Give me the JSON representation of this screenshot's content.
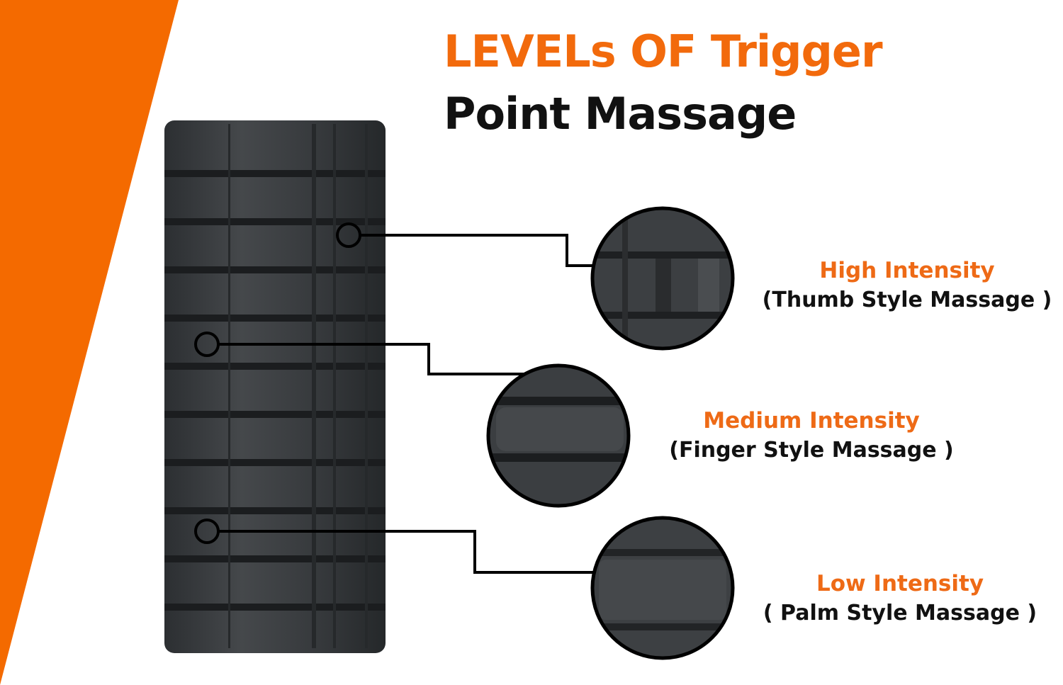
{
  "title": {
    "line1": "LEVELs OF Trigger",
    "line2": "Point Massage"
  },
  "levels": [
    {
      "heading": "High Intensity",
      "subtitle": "(Thumb Style Massage )"
    },
    {
      "heading": "Medium Intensity",
      "subtitle": "(Finger Style Massage )"
    },
    {
      "heading": "Low Intensity",
      "subtitle": "( Palm Style Massage )"
    }
  ],
  "colors": {
    "accent": "#f26a0c",
    "roller": "#3a3d40",
    "text": "#111111"
  }
}
